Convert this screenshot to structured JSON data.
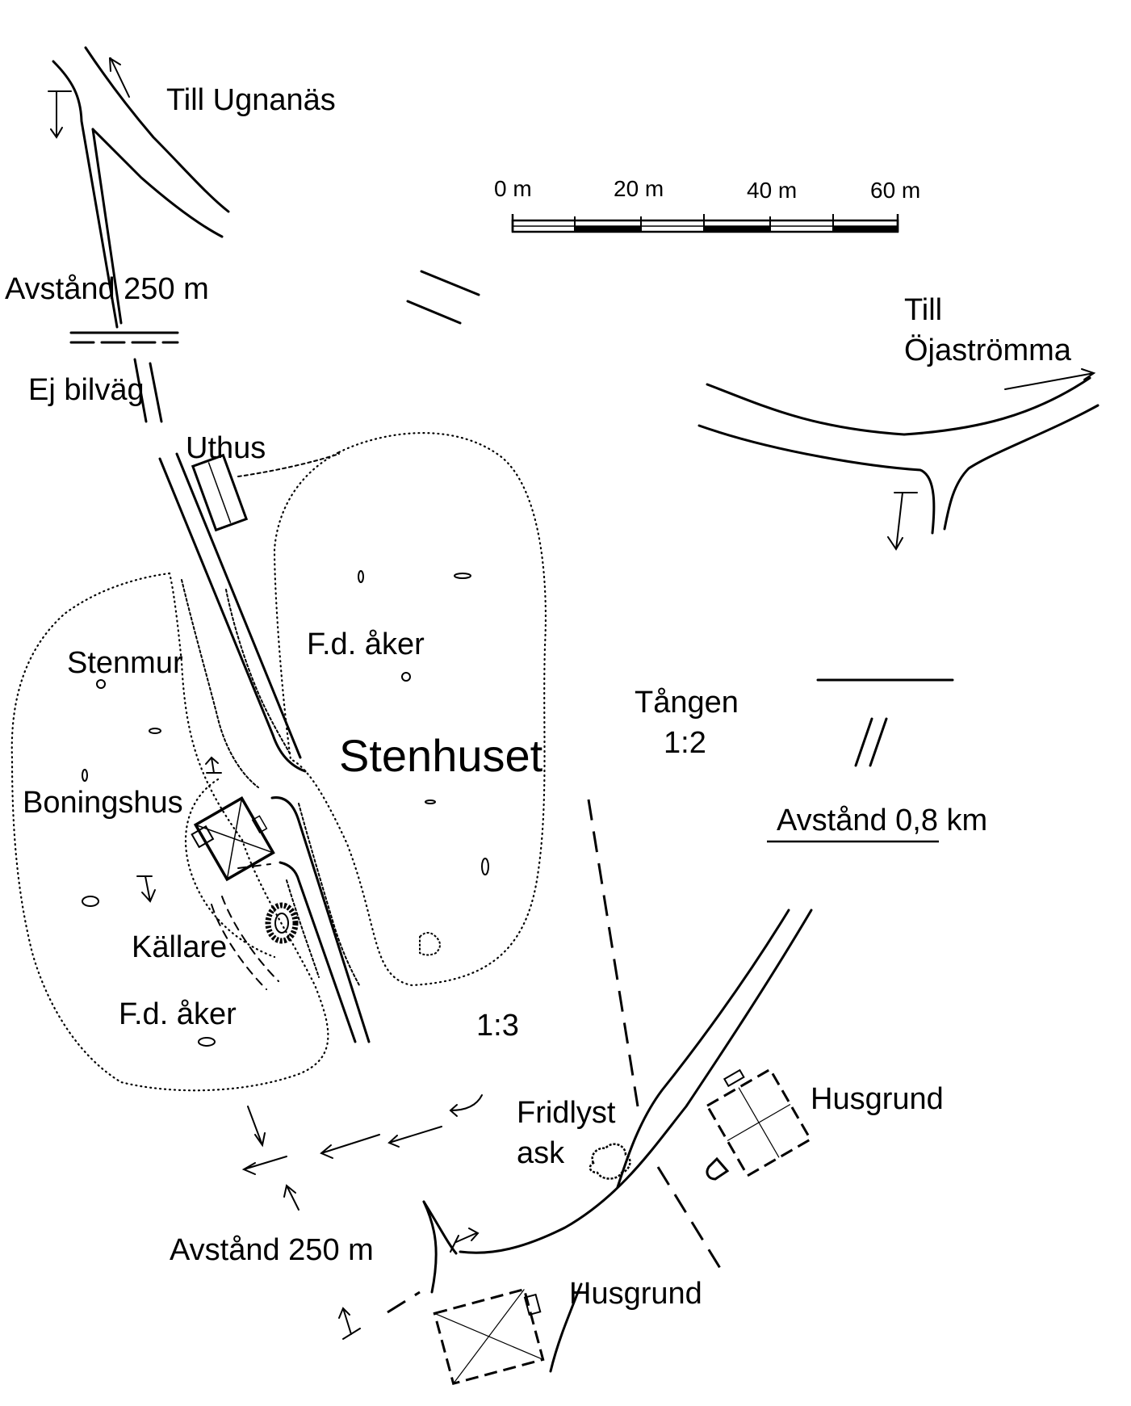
{
  "map": {
    "place_name": "Stenhuset",
    "labels": {
      "till_ugnanas": "Till Ugnanäs",
      "avstand_top": "Avstånd 250 m",
      "ej_bilvag": "Ej bilväg",
      "uthus": "Uthus",
      "fd_aker_east": "F.d. åker",
      "stenmur": "Stenmur",
      "boningshus": "Boningshus",
      "kallare": "Källare",
      "fd_aker_west": "F.d. åker",
      "till": "Till",
      "ojastromma": "Öjaströmma",
      "tangen": "Tången",
      "tangen_ratio": "1:2",
      "avstand_km": "Avstånd 0,8 km",
      "ratio_13": "1:3",
      "fridlyst": "Fridlyst",
      "ask": "ask",
      "husgrund_east": "Husgrund",
      "husgrund_south": "Husgrund",
      "avstand_bottom": "Avstånd 250 m"
    },
    "scale_bar": {
      "ticks": [
        "0 m",
        "20 m",
        "40 m",
        "60 m"
      ]
    }
  }
}
